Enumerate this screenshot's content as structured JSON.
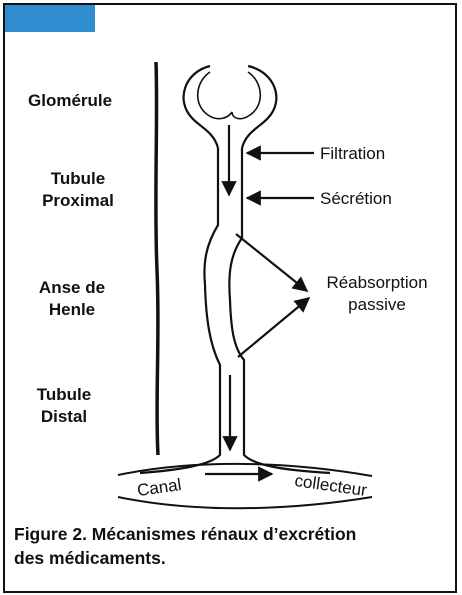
{
  "colors": {
    "accent": "#2f8ccf",
    "ink": "#111111"
  },
  "segments": {
    "glomerule": "Glomérule",
    "tubule_proximal_1": "Tubule",
    "tubule_proximal_2": "Proximal",
    "anse_1": "Anse de",
    "anse_2": "Henle",
    "tubule_distal_1": "Tubule",
    "tubule_distal_2": "Distal"
  },
  "processes": {
    "filtration": "Filtration",
    "secretion": "Sécrétion",
    "reabsorption_1": "Réabsorption",
    "reabsorption_2": "passive"
  },
  "canal": {
    "left": "Canal",
    "right": "collecteur"
  },
  "caption": {
    "line1": "Figure 2. Mécanismes rénaux d’excrétion",
    "line2": "des médicaments."
  }
}
